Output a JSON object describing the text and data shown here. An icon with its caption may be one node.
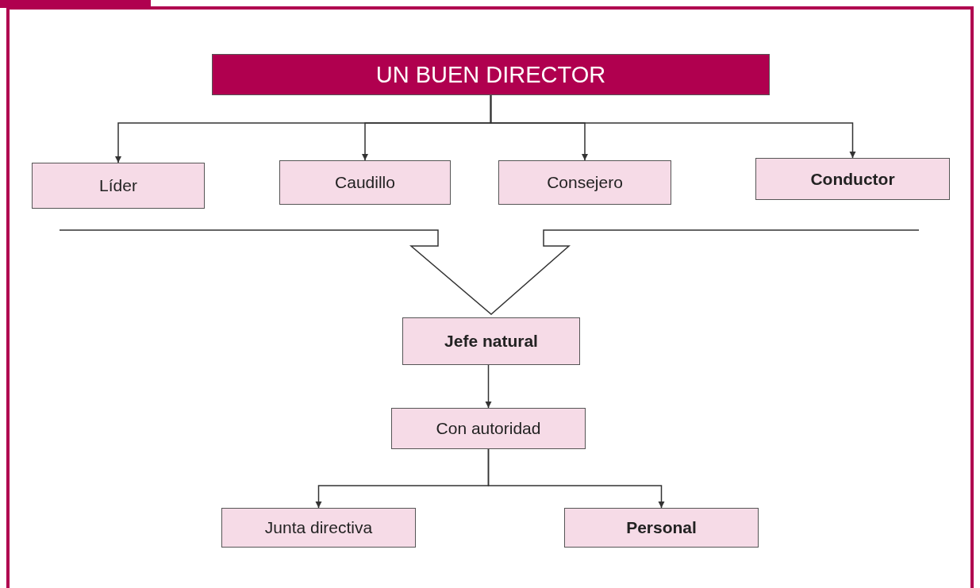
{
  "diagram": {
    "nodes": [
      {
        "text": [
          "UN BUEN DIRECTOR"
        ]
      },
      {
        "text": [
          "Líder"
        ]
      },
      {
        "text": [
          "Caudillo"
        ]
      },
      {
        "text": [
          "Consejero"
        ]
      },
      {
        "text": [
          "Conductor"
        ]
      },
      {
        "text": [
          "Jefe natural"
        ]
      },
      {
        "text": [
          "Con autoridad"
        ]
      },
      {
        "text": [
          "Junta directiva"
        ]
      },
      {
        "text": [
          "Personal"
        ]
      }
    ],
    "edges": [
      {
        "from": 0,
        "to": 1,
        "arrow": "to"
      },
      {
        "from": 0,
        "to": 2,
        "arrow": "to"
      },
      {
        "from": 0,
        "to": 3,
        "arrow": "to"
      },
      {
        "from": 0,
        "to": 4,
        "arrow": "to"
      },
      {
        "from": 5,
        "to": 6,
        "arrow": "to"
      },
      {
        "from": 6,
        "to": 7,
        "arrow": "to"
      },
      {
        "from": 6,
        "to": 8,
        "arrow": "to"
      }
    ]
  }
}
